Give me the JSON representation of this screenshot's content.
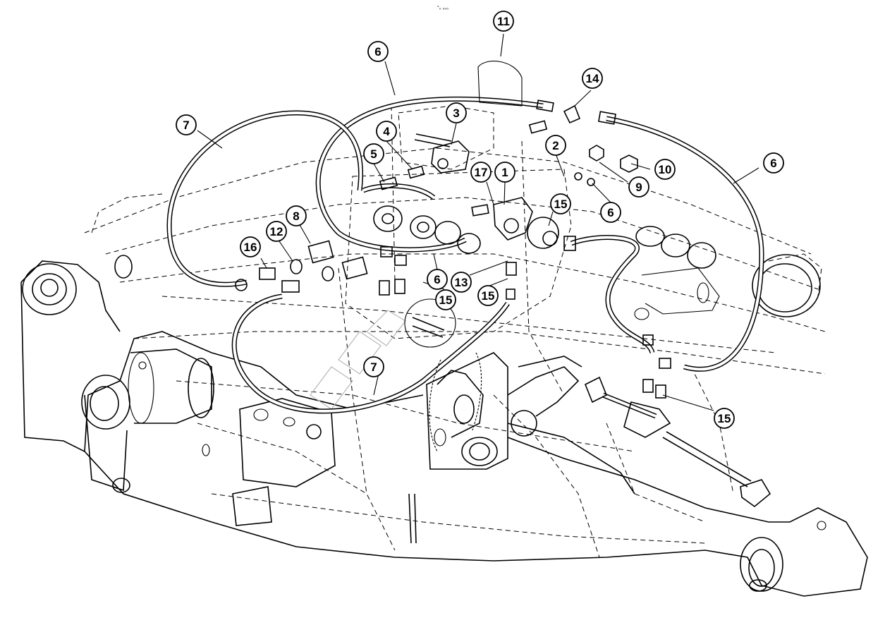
{
  "header": {
    "tag": "°₀ ₀₀₀"
  },
  "callouts": [
    {
      "label": "1"
    },
    {
      "label": "2"
    },
    {
      "label": "3"
    },
    {
      "label": "4"
    },
    {
      "label": "5"
    },
    {
      "label": "6"
    },
    {
      "label": "6"
    },
    {
      "label": "6"
    },
    {
      "label": "6"
    },
    {
      "label": "7"
    },
    {
      "label": "7"
    },
    {
      "label": "8"
    },
    {
      "label": "9"
    },
    {
      "label": "10"
    },
    {
      "label": "11"
    },
    {
      "label": "12"
    },
    {
      "label": "13"
    },
    {
      "label": "14"
    },
    {
      "label": "15"
    },
    {
      "label": "15"
    },
    {
      "label": "15"
    },
    {
      "label": "15"
    },
    {
      "label": "16"
    },
    {
      "label": "17"
    }
  ]
}
